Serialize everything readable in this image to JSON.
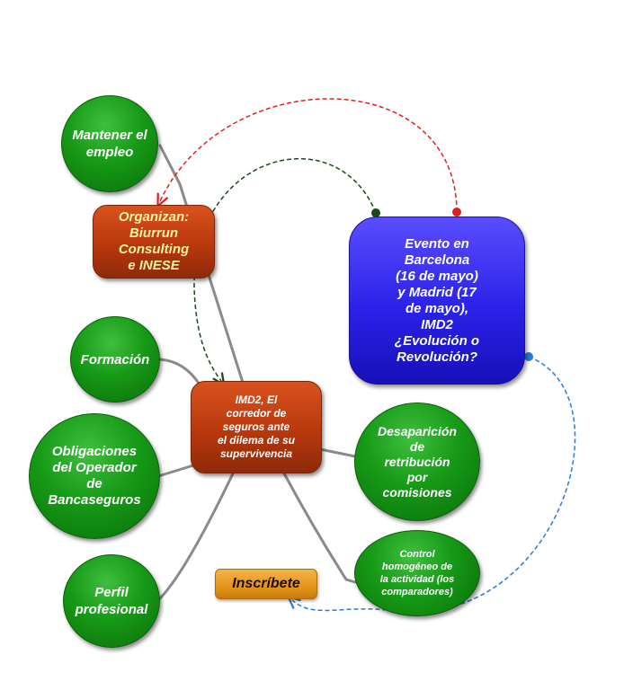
{
  "center_node": {
    "label": "IMD2, El\ncorredor de\nseguros ante\nel dilema de su\nsupervivencia"
  },
  "organizer_node": {
    "label": "Organizan:\nBiurrun\nConsulting\ne INESE"
  },
  "event_node": {
    "label": "Evento en\nBarcelona\n(16 de mayo)\ny Madrid (17\nde mayo),\nIMD2\n¿Evolución o\nRevolución?"
  },
  "topics": {
    "mantener": "Mantener el\nempleo",
    "formacion": "Formación",
    "obligaciones": "Obligaciones\ndel Operador\nde\nBancaseguros",
    "perfil": "Perfil\nprofesional",
    "desaparicion": "Desaparición\nde\nretribución\npor\ncomisiones",
    "control": "Control\nhomogéneo de\nla actividad (los\ncomparadores)"
  },
  "signup_button": {
    "label": "Inscríbete"
  },
  "colors": {
    "topic_green": "#169a16",
    "center_brown": "#b8380d",
    "event_blue": "#2a22e8",
    "signup_orange": "#e59518",
    "link_red": "#e02020",
    "link_darkgreen": "#1a4a1a",
    "link_blue": "#2a7ad6",
    "connector_gray": "#8a8a8a"
  }
}
